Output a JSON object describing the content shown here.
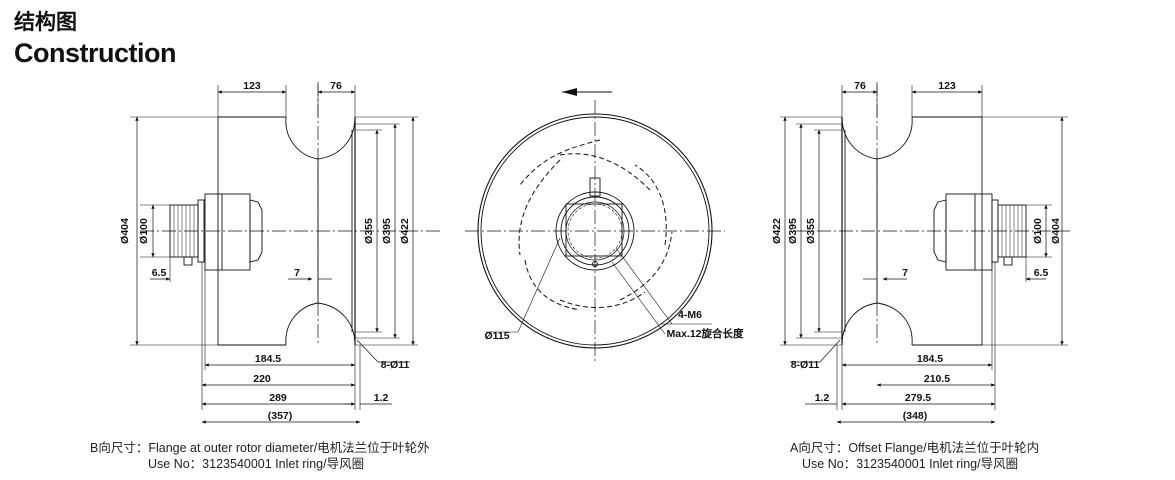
{
  "header": {
    "title_cn": "结构图",
    "title_en": "Construction"
  },
  "left_view": {
    "dims": {
      "top_a": "123",
      "top_b": "76",
      "d404": "Ø404",
      "d100": "Ø100",
      "d355": "Ø355",
      "d395": "Ø395",
      "d422": "Ø422",
      "d6_5": "6.5",
      "d7": "7",
      "d184_5": "184.5",
      "d220": "220",
      "d289": "289",
      "d357": "(357)",
      "d1_2": "1.2",
      "d8_11": "8-Ø11"
    },
    "caption_line1": "B向尺寸：Flange at outer rotor diameter/电机法兰位于叶轮外",
    "caption_line2": "Use No：3123540001 Inlet ring/导风圈"
  },
  "center_view": {
    "d115": "Ø115",
    "m6": "4-M6",
    "max12": "Max.12旋合长度"
  },
  "right_view": {
    "dims": {
      "top_a": "76",
      "top_b": "123",
      "d422": "Ø422",
      "d395": "Ø395",
      "d355": "Ø355",
      "d100": "Ø100",
      "d404": "Ø404",
      "d7": "7",
      "d6_5": "6.5",
      "d8_11": "8-Ø11",
      "d184_5": "184.5",
      "d210_5": "210.5",
      "d279_5": "279.5",
      "d348": "(348)",
      "d1_2": "1.2"
    },
    "caption_line1": "A向尺寸：Offset Flange/电机法兰位于叶轮内",
    "caption_line2": "Use No：3123540001 Inlet ring/导风圈"
  }
}
